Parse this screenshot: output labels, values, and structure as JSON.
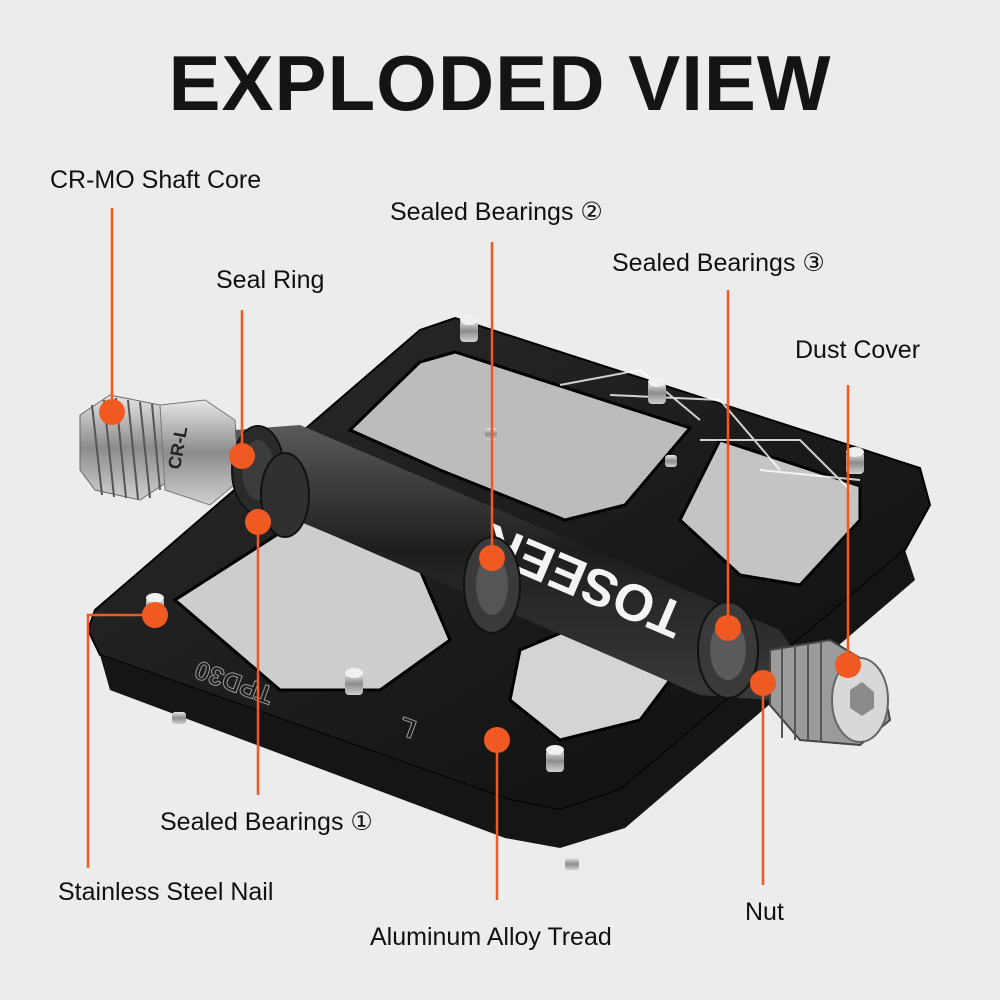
{
  "title": "EXPLODED VIEW",
  "accent_color": "#f05a22",
  "labels": {
    "shaft_core": "CR-MO Shaft Core",
    "seal_ring": "Seal Ring",
    "bearings_2": "Sealed Bearings ②",
    "bearings_3": "Sealed Bearings ③",
    "dust_cover": "Dust Cover",
    "bearings_1": "Sealed Bearings ①",
    "steel_nail": "Stainless Steel Nail",
    "tread": "Aluminum Alloy Tread",
    "nut": "Nut"
  },
  "product_markings": {
    "brand": "TOSEEK",
    "shaft_mark": "CR-L",
    "model": "TPD30",
    "side": "L"
  }
}
